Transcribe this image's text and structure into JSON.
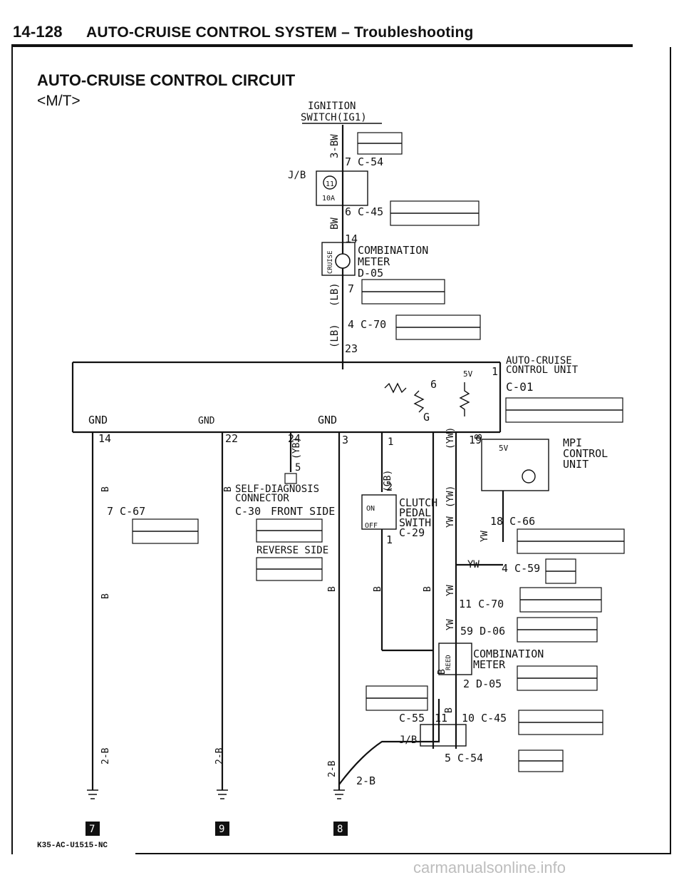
{
  "header": {
    "page": "14-128",
    "title": "AUTO-CRUISE CONTROL SYSTEM – Troubleshooting"
  },
  "diagram": {
    "title": "AUTO-CRUISE CONTROL CIRCUIT",
    "variant": "<M/T>",
    "ignition": "IGNITION\nSWITCH(IG1)",
    "components": {
      "jb": "J/B",
      "fuse": "10A",
      "fuse_no": "11",
      "comb_meter_top": "COMBINATION\nMETER\nD-05",
      "cruise_label": "CRUISE",
      "acu": "AUTO-CRUISE\nCONTROL UNIT",
      "acu_conn": "C-01",
      "mpi": "MPI\nCONTROL\nUNIT",
      "diag": "SELF-DIAGNOSIS\nCONNECTOR",
      "diag_conn": "C-30",
      "front_side": "FRONT SIDE",
      "reverse_side": "REVERSE SIDE",
      "clutch": "CLUTCH\nPEDAL\nSWITH\nC-29",
      "on": "ON",
      "off": "OFF",
      "comb_meter_bot": "COMBINATION\nMETER",
      "reed": "REED",
      "jb2": "J/B",
      "gnd1": "GND",
      "gnd2": "GND",
      "gnd3": "GND",
      "g": "G",
      "v5a": "5V",
      "v5b": "5V"
    },
    "connectors": {
      "c54a": "7 C-54",
      "c45a": "6 C-45",
      "p14": "14",
      "p7": "7",
      "c70a": "4 C-70",
      "p23": "23",
      "p6": "6",
      "p1a": "1",
      "p14b": "14",
      "p22": "22",
      "p24": "24",
      "p5": "5",
      "p3": "3",
      "p1b": "1",
      "p19": "19",
      "p2a": "2",
      "p1c": "1",
      "c67": "7 C-67",
      "c66": "18 C-66",
      "c59": "4 C-59",
      "c70b": "11 C-70",
      "d06": "59 D-06",
      "d05": "2 D-05",
      "c55": "C-55",
      "p11": "11",
      "c45b": "10 C-45",
      "c54b": "5 C-54"
    },
    "wires": {
      "w3bw": "3-BW",
      "wbw": "BW",
      "wlb1": "(LB)",
      "wlb2": "(LB)",
      "wyb": "(YB)",
      "wgb": "(GB)",
      "wyw1": "(YW)",
      "wyw2": "(YW)",
      "yw1": "YW",
      "yw2": "YW",
      "yw3": "YW",
      "yw4": "YW",
      "yw5": "YW",
      "b1": "B",
      "b2": "B",
      "b3": "B",
      "b4": "B",
      "b5": "B",
      "b6": "B",
      "b7": "B",
      "b8": "B",
      "b9": "B",
      "b2_1": "2-B",
      "b2_2": "2-B",
      "b2_3": "2-B",
      "b2_4": "2-B"
    },
    "grounds": {
      "g7": "7",
      "g9": "9",
      "g8": "8"
    },
    "icon": "ground-symbol-icon"
  },
  "footer": {
    "code": "K35-AC-U1515-NC",
    "watermark": "carmanualsonline.info"
  }
}
